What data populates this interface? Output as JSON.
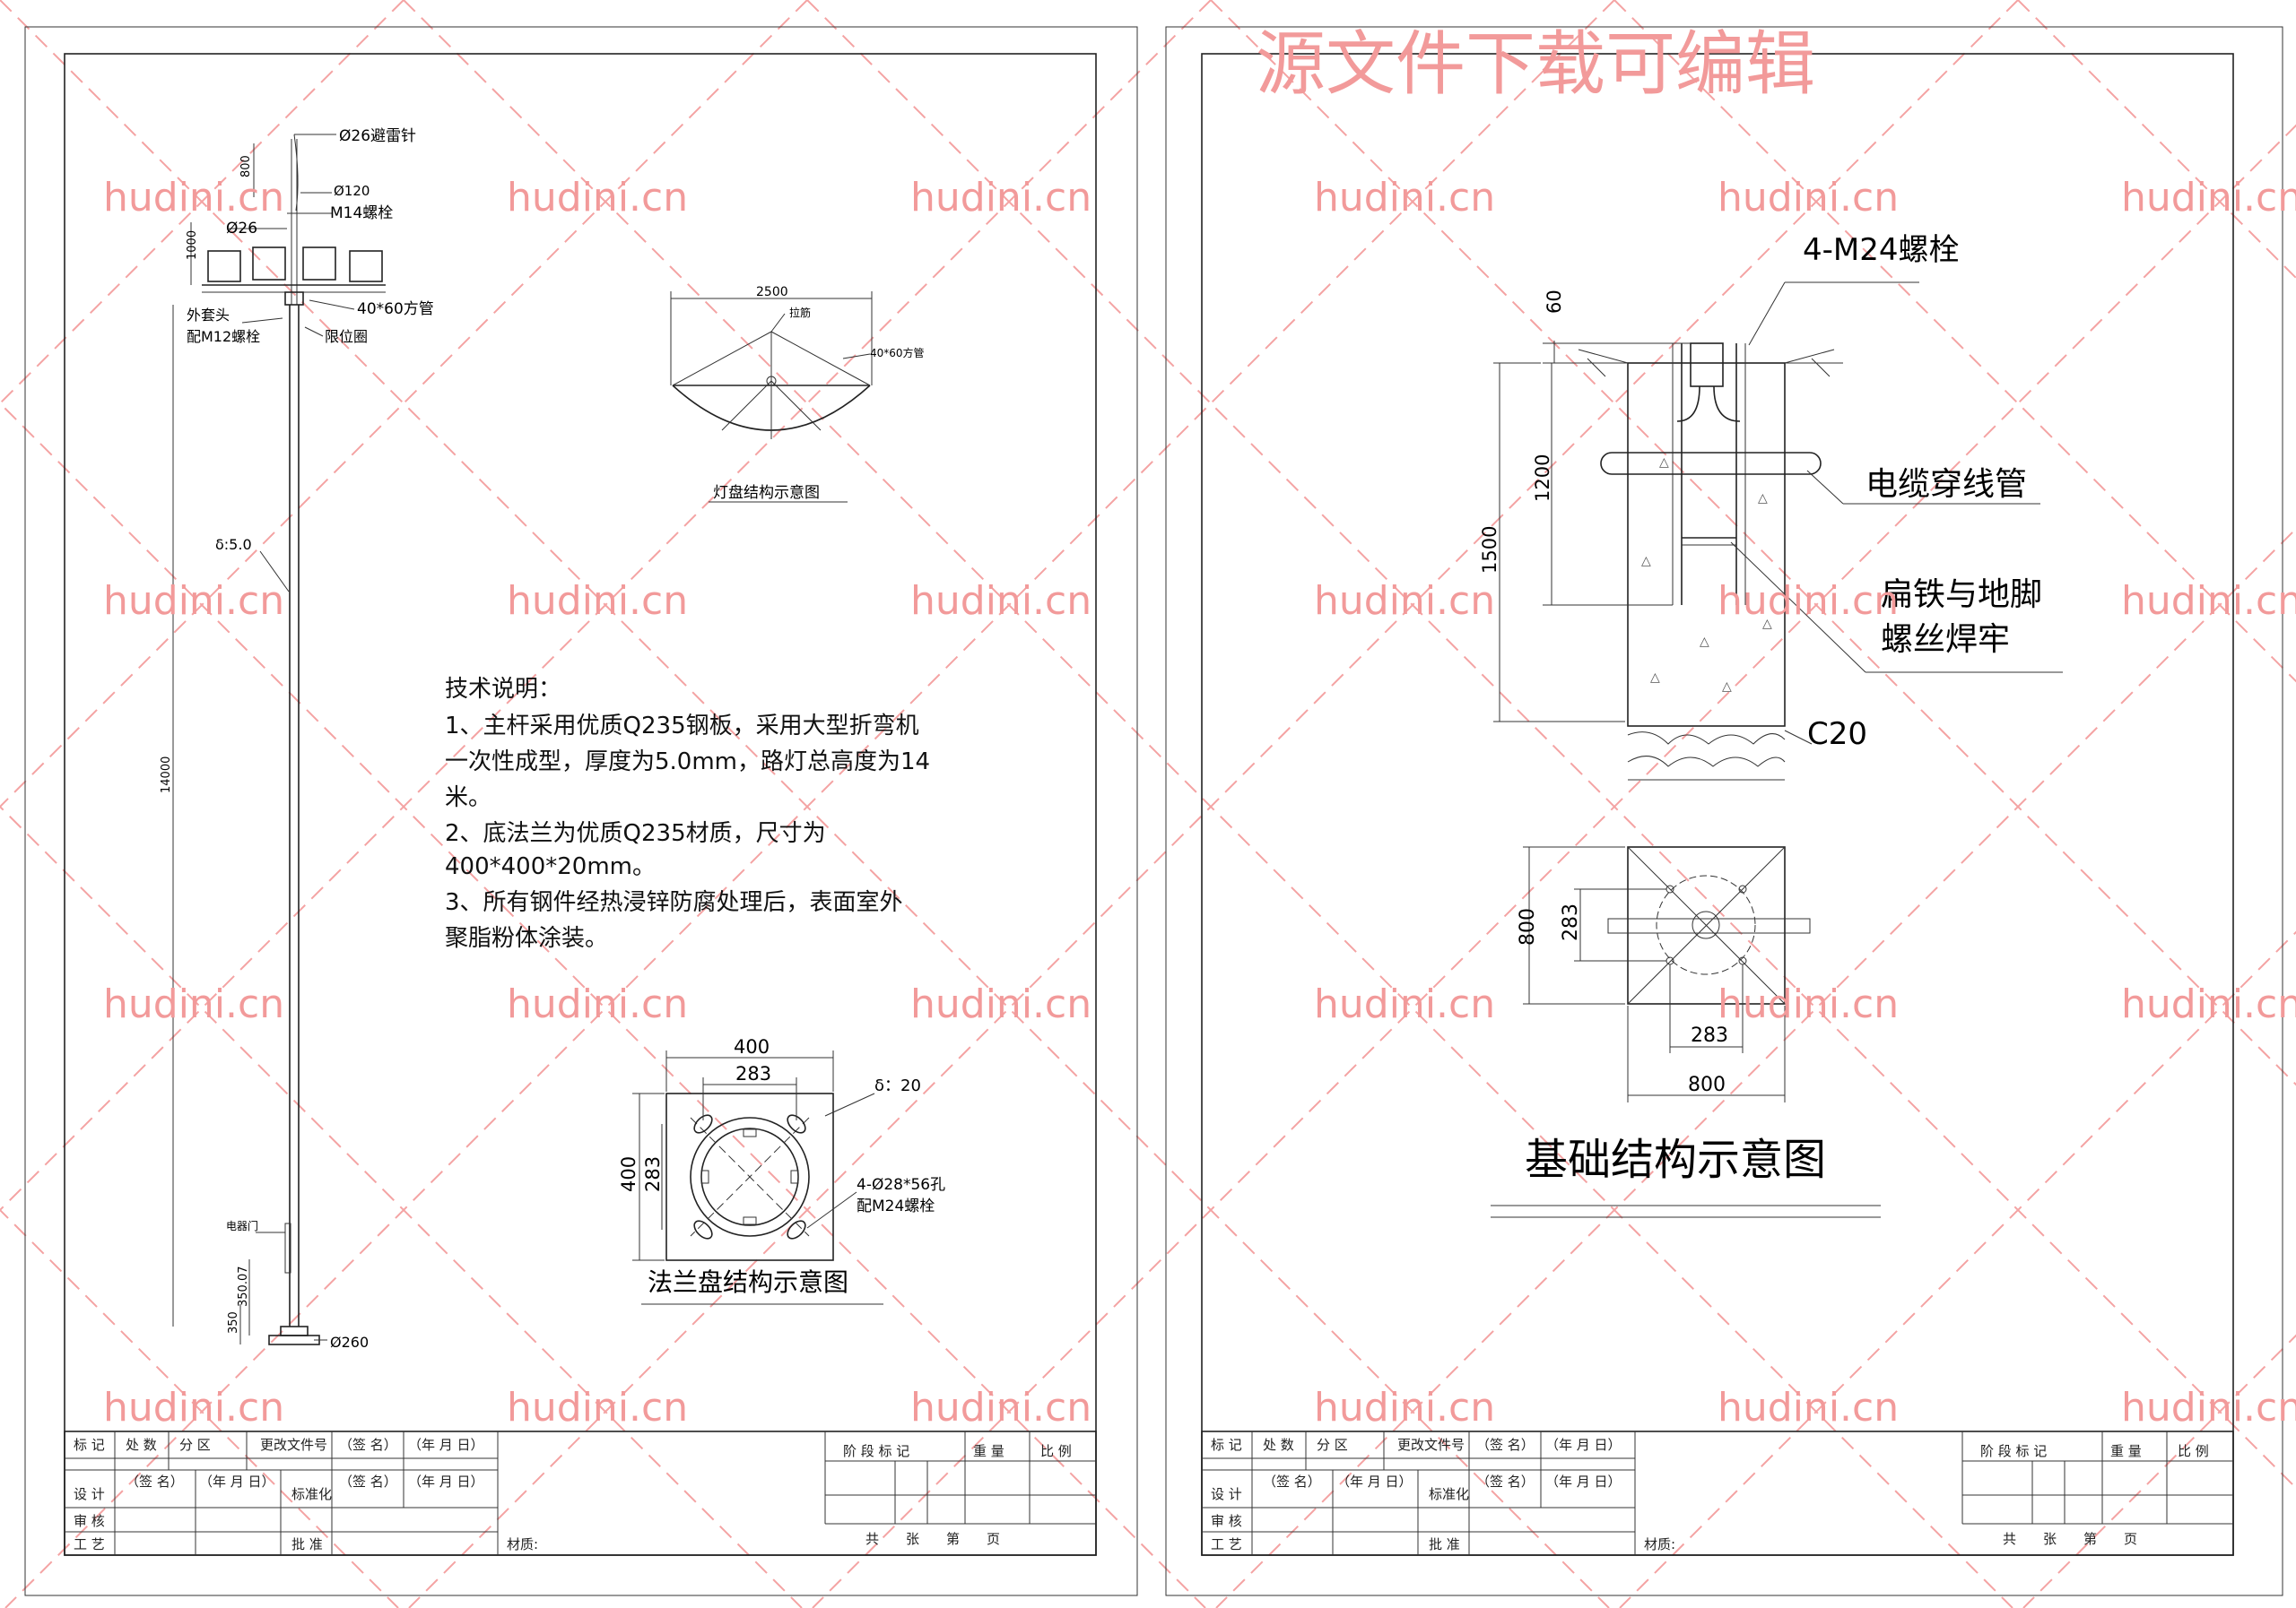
{
  "watermark": {
    "headline": "源文件下载可编辑",
    "site": "hudini.cn",
    "color": "#f29a9a"
  },
  "left_sheet": {
    "pole_labels": {
      "lightning_rod": "Ø26避雷针",
      "rod_height": "800",
      "top_dia": "Ø120",
      "bolt_m14": "M14螺栓",
      "rod_dia": "Ø26",
      "lamp_height": "1000",
      "sleeve": "外套头",
      "sleeve_bolt": "配M12螺栓",
      "square_tube": "40*60方管",
      "locating_ring": "限位圈",
      "wall": "δ:5.0",
      "total_height": "14000",
      "door": "电器门",
      "door_dims": "350.07",
      "base_h": "350",
      "base_dia": "Ø260"
    },
    "lamp_panel": {
      "width": "2500",
      "tie_rod": "拉筋",
      "tube": "40*60方管",
      "caption": "灯盘结构示意图"
    },
    "tech_notes": {
      "heading": "技术说明：",
      "lines": [
        "1、主杆采用优质Q235钢板，采用大型折弯机",
        "一次性成型，厚度为5.0mm，路灯总高度为14",
        "米。",
        "2、底法兰为优质Q235材质，尺寸为",
        "400*400*20mm。",
        "3、所有钢件经热浸锌防腐处理后，表面室外",
        "聚脂粉体涂装。"
      ]
    },
    "flange": {
      "dim_outer": "400",
      "dim_inner": "283",
      "thickness": "δ：20",
      "holes": "4-Ø28*56孔",
      "bolts": "配M24螺栓",
      "caption": "法兰盘结构示意图"
    }
  },
  "right_sheet": {
    "foundation": {
      "bolts": "4-M24螺栓",
      "top_dim": "60",
      "anchor_len": "1200",
      "depth": "1500",
      "cable_pipe": "电缆穿线管",
      "flat_iron_1": "扁铁与地脚",
      "flat_iron_2": "螺丝焊牢",
      "concrete": "C20"
    },
    "plan": {
      "dim_800_v": "800",
      "dim_283_v": "283",
      "dim_283_h": "283",
      "dim_800_h": "800"
    },
    "caption": "基础结构示意图"
  },
  "title_block": {
    "row1": [
      "标 记",
      "处 数",
      "分 区",
      "更改文件号",
      "（签 名）",
      "（年 月 日）"
    ],
    "design": "设 计",
    "sign": "（签 名）",
    "date": "（年 月 日）",
    "standard": "标准化",
    "review": "审 核",
    "process": "工 艺",
    "approve": "批 准",
    "material": "材质:",
    "stage_mark": "阶 段 标 记",
    "weight": "重 量",
    "scale": "比 例",
    "sheets": "共　　张　　第　　页"
  }
}
